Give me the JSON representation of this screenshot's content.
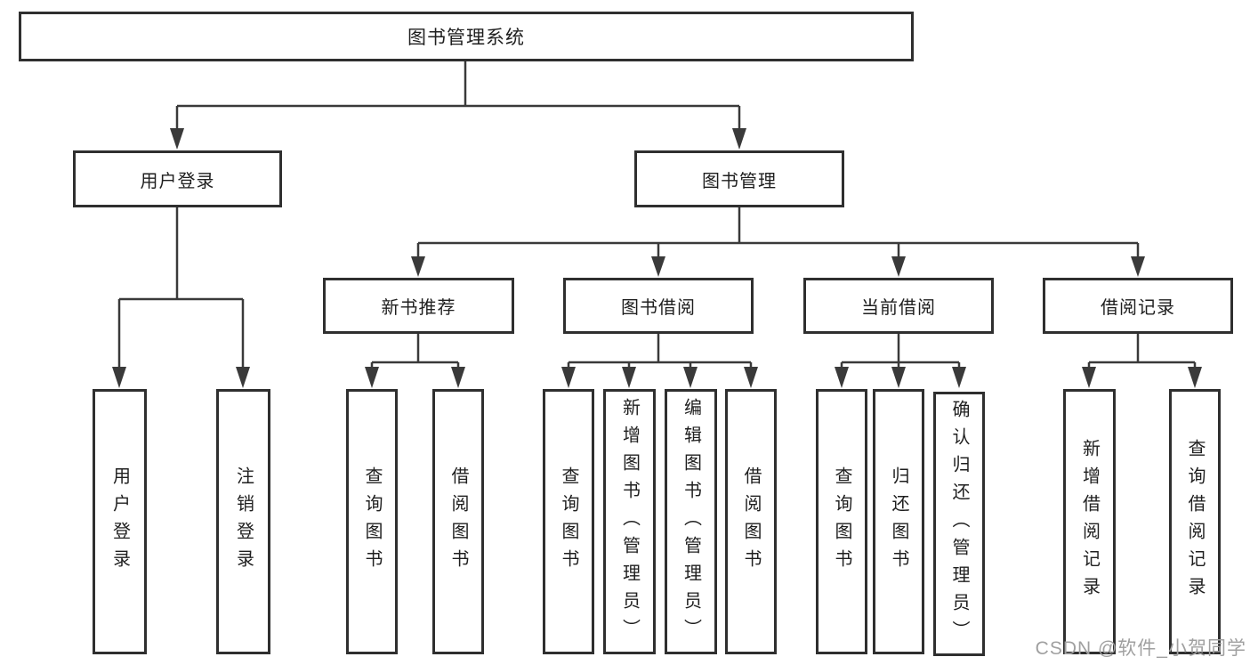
{
  "diagram_title": "图书管理系统",
  "tree": {
    "root": {
      "label": "图书管理系统"
    },
    "branches": [
      {
        "label": "用户登录",
        "children": [
          {
            "label": "用户登录"
          },
          {
            "label": "注销登录"
          }
        ]
      },
      {
        "label": "图书管理",
        "groups": [
          {
            "label": "新书推荐",
            "children": [
              {
                "label": "查询图书"
              },
              {
                "label": "借阅图书"
              }
            ]
          },
          {
            "label": "图书借阅",
            "children": [
              {
                "label": "查询图书"
              },
              {
                "label": "新增图书（管理员）"
              },
              {
                "label": "编辑图书（管理员）"
              },
              {
                "label": "借阅图书"
              }
            ]
          },
          {
            "label": "当前借阅",
            "children": [
              {
                "label": "查询图书"
              },
              {
                "label": "归还图书"
              },
              {
                "label": "确认归还（管理员）"
              }
            ]
          },
          {
            "label": "借阅记录",
            "children": [
              {
                "label": "新增借阅记录"
              },
              {
                "label": "查询借阅记录"
              }
            ]
          }
        ]
      }
    ]
  },
  "watermark": {
    "text": "CSDN @软件_小贺同学"
  },
  "colors": {
    "line": "#3a3a3a",
    "box_border": "#2f2f2f",
    "box_fill": "#ffffff",
    "text": "#1f1f1f",
    "watermark": "#a0a0a0",
    "background": "#ffffff"
  }
}
